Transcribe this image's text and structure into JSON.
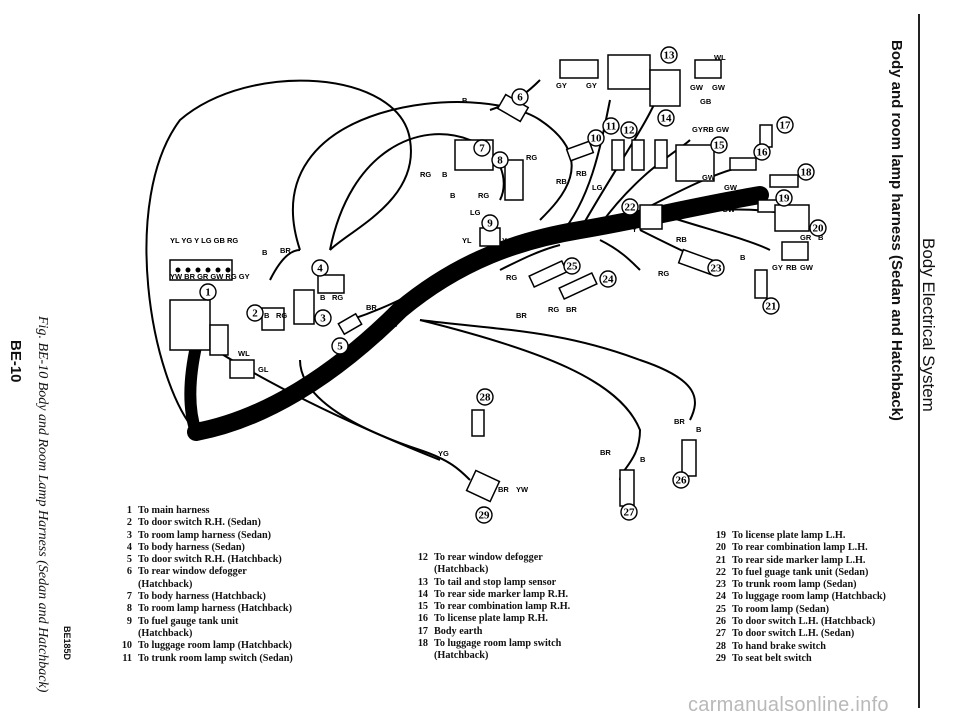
{
  "header": {
    "section_title": "Body Electrical System",
    "subtitle": "Body and room lamp harness (Sedan and Hatchback)"
  },
  "page_number": "BE-10",
  "figure": {
    "caption": "Fig. BE-10 Body and Room Lamp Harness (Sedan and Hatchback)",
    "code": "BE185D"
  },
  "legend_col1": [
    {
      "n": "1",
      "t": "To main harness"
    },
    {
      "n": "2",
      "t": "To door switch R.H. (Sedan)"
    },
    {
      "n": "3",
      "t": "To room lamp harness (Sedan)"
    },
    {
      "n": "4",
      "t": "To body harness (Sedan)"
    },
    {
      "n": "5",
      "t": "To door switch R.H. (Hatchback)"
    },
    {
      "n": "6",
      "t": "To rear window defogger"
    },
    {
      "n": "",
      "t": "(Hatchback)"
    },
    {
      "n": "7",
      "t": "To body harness (Hatchback)"
    },
    {
      "n": "8",
      "t": "To room lamp harness (Hatchback)"
    },
    {
      "n": "9",
      "t": "To fuel gauge tank unit"
    },
    {
      "n": "",
      "t": "(Hatchback)"
    },
    {
      "n": "10",
      "t": "To luggage room lamp (Hatchback)"
    },
    {
      "n": "11",
      "t": "To trunk room lamp switch (Sedan)"
    }
  ],
  "legend_col2": [
    {
      "n": "12",
      "t": "To rear window defogger"
    },
    {
      "n": "",
      "t": "(Hatchback)"
    },
    {
      "n": "13",
      "t": "To tail and stop lamp sensor"
    },
    {
      "n": "14",
      "t": "To rear side marker lamp R.H."
    },
    {
      "n": "15",
      "t": "To rear combination lamp R.H."
    },
    {
      "n": "16",
      "t": "To license plate lamp R.H."
    },
    {
      "n": "17",
      "t": "Body earth"
    },
    {
      "n": "18",
      "t": "To luggage room lamp switch"
    },
    {
      "n": "",
      "t": "(Hatchback)"
    }
  ],
  "legend_col3": [
    {
      "n": "19",
      "t": "To license plate lamp L.H."
    },
    {
      "n": "20",
      "t": "To rear combination lamp L.H."
    },
    {
      "n": "21",
      "t": "To rear side marker lamp L.H."
    },
    {
      "n": "22",
      "t": "To fuel guage tank unit (Sedan)"
    },
    {
      "n": "23",
      "t": "To trunk room lamp (Sedan)"
    },
    {
      "n": "24",
      "t": "To luggage room lamp (Hatchback)"
    },
    {
      "n": "25",
      "t": "To room lamp (Sedan)"
    },
    {
      "n": "26",
      "t": "To door switch L.H. (Hatchback)"
    },
    {
      "n": "27",
      "t": "To door switch L.H. (Sedan)"
    },
    {
      "n": "28",
      "t": "To hand brake switch"
    },
    {
      "n": "29",
      "t": "To seat belt switch"
    }
  ],
  "wire_labels": {
    "conn1_top": "YL YG Y  LG GB RG",
    "conn1_bottom": "YW BR GR GW RG GY",
    "wl": "WL",
    "gl": "GL",
    "b": "B",
    "br": "BR",
    "rg": "RG",
    "rb": "RB",
    "lg": "LG",
    "y": "Y",
    "yl": "YL",
    "yg": "YG",
    "yw": "YW",
    "gw": "GW",
    "gy": "GY",
    "gb": "GB",
    "gr": "GR"
  },
  "callouts": [
    "1",
    "2",
    "3",
    "4",
    "5",
    "6",
    "7",
    "8",
    "9",
    "10",
    "11",
    "12",
    "13",
    "14",
    "15",
    "16",
    "17",
    "18",
    "19",
    "20",
    "21",
    "22",
    "23",
    "24",
    "25",
    "26",
    "27",
    "28",
    "29"
  ],
  "watermark": "carmanualsonline.info"
}
